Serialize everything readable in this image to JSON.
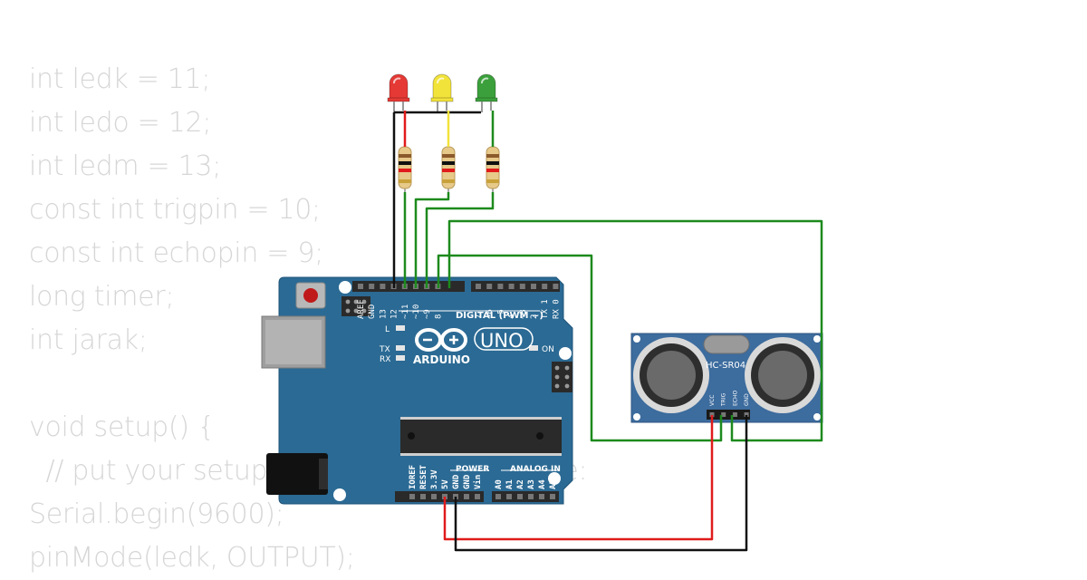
{
  "code_lines": [
    "int ledk = 11;",
    "int ledo = 12;",
    "int ledm = 13;",
    "const int trigpin = 10;",
    "const int echopin = 9;",
    "long timer;",
    "int jarak;",
    "",
    "void setup() {",
    "  // put your setup code here, to run once:",
    "Serial.begin(9600);",
    "pinMode(ledk, OUTPUT);"
  ],
  "arduino": {
    "brand": "ARDUINO",
    "model": "UNO",
    "digital_header_label": "DIGITAL (PWM ~)",
    "on_label": "ON",
    "l_label": "L",
    "tx_label": "TX",
    "rx_label": "RX",
    "power_label": "POWER",
    "analog_label": "ANALOG IN",
    "digital_pins_left": [
      "AREF",
      "GND",
      "13",
      "12",
      "~11",
      "~10",
      "~9",
      "8"
    ],
    "digital_pins_right": [
      "7",
      "~6",
      "~5",
      "4",
      "~3",
      "2",
      "TX 1",
      "RX 0"
    ],
    "power_pins": [
      "IOREF",
      "RESET",
      "3.3V",
      "5V",
      "GND",
      "GND",
      "Vin"
    ],
    "analog_pins": [
      "A0",
      "A1",
      "A2",
      "A3",
      "A4",
      "A5"
    ],
    "board_color": "#2b6a94"
  },
  "sensor": {
    "model": "HC-SR04",
    "pins": [
      "VCC",
      "TRIG",
      "ECHO",
      "GND"
    ],
    "board_color": "#3d6c9e"
  },
  "leds": [
    {
      "color": "#e53935",
      "name": "red"
    },
    {
      "color": "#f2e33a",
      "name": "yellow"
    },
    {
      "color": "#3ba03b",
      "name": "green"
    }
  ],
  "wire_colors": {
    "signal": "#1d8a1d",
    "ground": "#111111",
    "power": "#e01b1b"
  }
}
